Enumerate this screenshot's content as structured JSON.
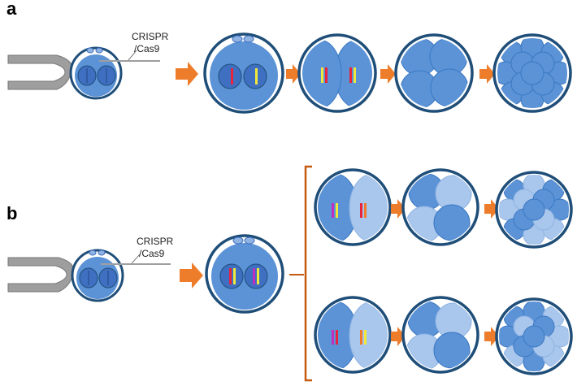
{
  "panels": {
    "a": {
      "label": "a"
    },
    "b": {
      "label": "b"
    }
  },
  "crispr": {
    "line1": "CRISPR",
    "line2": "/Cas9"
  },
  "colors": {
    "cell": "#5b93d6",
    "cell_light": "#a9c6ec",
    "nucleus": "#3f6fc0",
    "outline": "#1f4e79",
    "arrow": "#ee7d2b",
    "bracket": "#c55a11",
    "pipette": "#9e9e9e",
    "marker_red": "#e8243c",
    "marker_yellow": "#f2e83a",
    "marker_magenta": "#c02dbf",
    "marker_orange": "#f07a2b"
  }
}
